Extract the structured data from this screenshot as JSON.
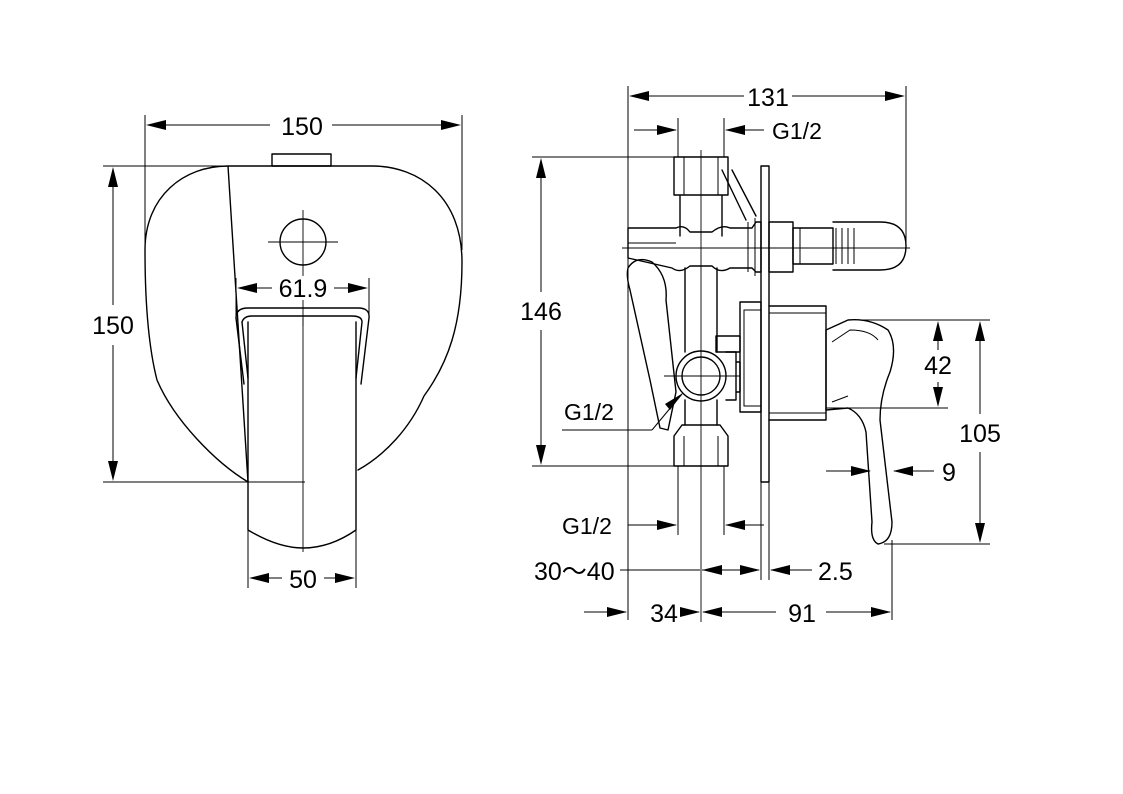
{
  "front_view": {
    "dim_width_top": "150",
    "dim_height_left": "150",
    "dim_handle_width": "61.9",
    "dim_lever_width": "50"
  },
  "side_view": {
    "dim_overall_depth": "131",
    "dim_top_thread": "G1/2",
    "dim_body_height": "146",
    "dim_side_thread": "G1/2",
    "dim_bottom_thread": "G1/2",
    "dim_lever_offset": "42",
    "dim_lever_height": "105",
    "dim_lever_thickness": "9",
    "dim_wall_range": "30～40",
    "dim_plate_thickness": "2.5",
    "dim_body_to_plate": "34",
    "dim_protrusion": "91"
  }
}
